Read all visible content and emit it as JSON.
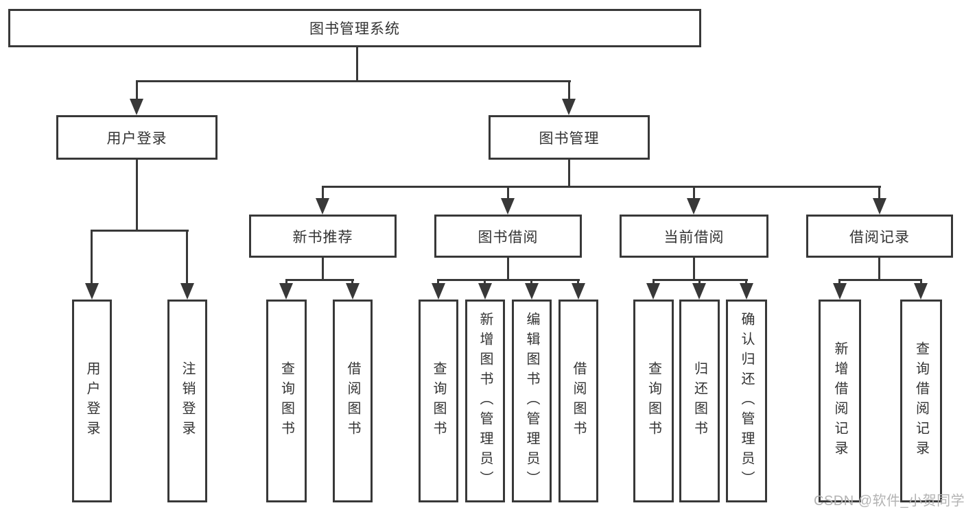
{
  "diagram": {
    "type": "hierarchy-flowchart",
    "title": "图书管理系统",
    "tree": {
      "root": {
        "label": "图书管理系统",
        "children": [
          {
            "label": "用户登录",
            "children": [
              {
                "label": "用户登录"
              },
              {
                "label": "注销登录"
              }
            ]
          },
          {
            "label": "图书管理",
            "children": [
              {
                "label": "新书推荐",
                "children": [
                  {
                    "label": "查询图书"
                  },
                  {
                    "label": "借阅图书"
                  }
                ]
              },
              {
                "label": "图书借阅",
                "children": [
                  {
                    "label": "查询图书"
                  },
                  {
                    "label": "新增图书（管理员）"
                  },
                  {
                    "label": "编辑图书（管理员）"
                  },
                  {
                    "label": "借阅图书"
                  }
                ]
              },
              {
                "label": "当前借阅",
                "children": [
                  {
                    "label": "查询图书"
                  },
                  {
                    "label": "归还图书"
                  },
                  {
                    "label": "确认归还（管理员）"
                  }
                ]
              },
              {
                "label": "借阅记录",
                "children": [
                  {
                    "label": "新增借阅记录"
                  },
                  {
                    "label": "查询借阅记录"
                  }
                ]
              }
            ]
          }
        ]
      }
    },
    "colors": {
      "line": "#383838",
      "text": "#333333",
      "box_fill": "#ffffff",
      "background": "#ffffff",
      "watermark": "#b3b3b3"
    }
  },
  "watermark": "CSDN @软件_小贺同学"
}
